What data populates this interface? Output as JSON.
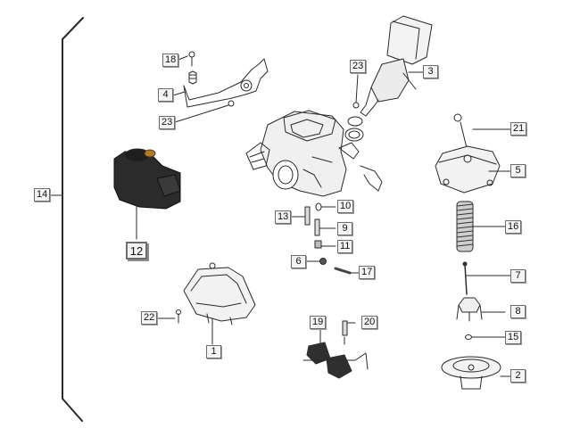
{
  "diagram": {
    "type": "exploded-parts-view",
    "callouts": [
      {
        "id": "c14",
        "label": "14"
      },
      {
        "id": "c18",
        "label": "18"
      },
      {
        "id": "c4",
        "label": "4"
      },
      {
        "id": "c23a",
        "label": "23"
      },
      {
        "id": "c23b",
        "label": "23"
      },
      {
        "id": "c3",
        "label": "3"
      },
      {
        "id": "c12",
        "label": "12"
      },
      {
        "id": "c21",
        "label": "21"
      },
      {
        "id": "c5",
        "label": "5"
      },
      {
        "id": "c16",
        "label": "16"
      },
      {
        "id": "c10",
        "label": "10"
      },
      {
        "id": "c13",
        "label": "13"
      },
      {
        "id": "c9",
        "label": "9"
      },
      {
        "id": "c11",
        "label": "11"
      },
      {
        "id": "c6",
        "label": "6"
      },
      {
        "id": "c17",
        "label": "17"
      },
      {
        "id": "c7",
        "label": "7"
      },
      {
        "id": "c8",
        "label": "8"
      },
      {
        "id": "c22",
        "label": "22"
      },
      {
        "id": "c15",
        "label": "15"
      },
      {
        "id": "c19",
        "label": "19"
      },
      {
        "id": "c20",
        "label": "20"
      },
      {
        "id": "c1",
        "label": "1"
      },
      {
        "id": "c2",
        "label": "2"
      }
    ]
  }
}
